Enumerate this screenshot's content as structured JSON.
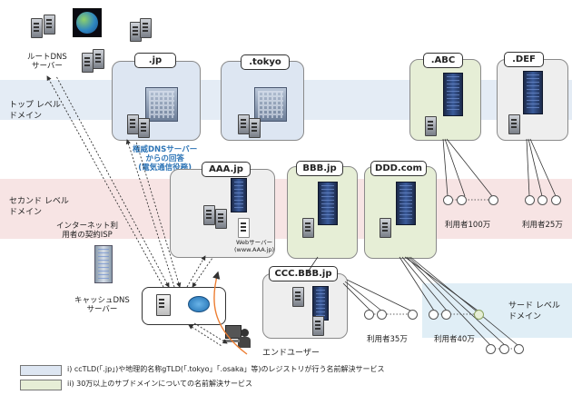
{
  "bands": {
    "top_level_label": "トップ レベル\nドメイン",
    "second_level_label": "セカンド レベル\nドメイン",
    "third_level_label": "サード レベル\nドメイン"
  },
  "root_dns": {
    "label": "ルートDNS\nサーバー"
  },
  "tld": {
    "jp": ".jp",
    "tokyo": ".tokyo",
    "abc": ".ABC",
    "def": ".DEF"
  },
  "sld": {
    "aaa": "AAA.jp",
    "bbb": "BBB.jp",
    "ddd": "DDD.com",
    "ccc": "CCC.BBB.jp"
  },
  "authoritative_response": "権威DNSサーバー\nからの回答\n(電気通信役務)",
  "isp_label": "インターネット利\n用者の契約ISP",
  "cache_dns_label": "キャッシュDNS\nサーバー",
  "web_server_label": "Webサーバー\n(www.AAA.jp)",
  "end_user_label": "エンドユーザー",
  "user_counts": {
    "abc": "利用者100万",
    "def": "利用者25万",
    "ccc": "利用者35万",
    "ddd": "利用者40万"
  },
  "legend": [
    {
      "text": "i) ccTLD(「.jp」)や地理的名称gTLD(「.tokyo」「.osaka」等)のレジストリが行う名前解決サービス",
      "color": "#dde6f2"
    },
    {
      "text": "ii) 30万以上のサブドメインについての名前解決サービス",
      "color": "#e6eed6"
    }
  ],
  "colors": {
    "band_top": "#e4ecf5",
    "band_second": "#f7e4e4",
    "band_third": "#e0eef6",
    "cctld_fill": "#dde6f2",
    "large_fill": "#e6eed6",
    "plain_fill": "#eeeeee",
    "response_text": "#2e75b6",
    "arrow_orange": "#ed7d31"
  }
}
